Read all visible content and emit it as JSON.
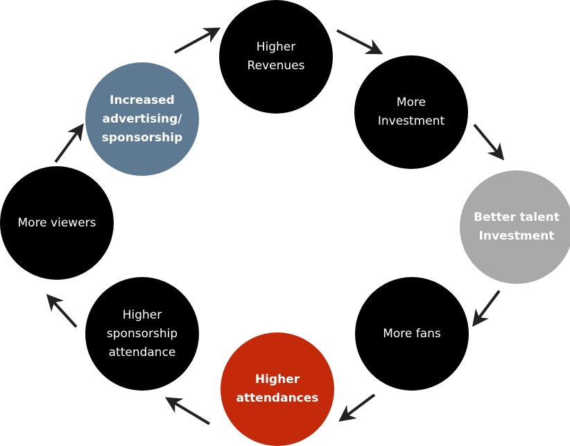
{
  "diagram": {
    "nodes": [
      {
        "id": "revenues",
        "label": "Higher\nRevenues",
        "color": "#000000",
        "bold": false
      },
      {
        "id": "investment",
        "label": "More\nInvestment",
        "color": "#000000",
        "bold": false
      },
      {
        "id": "talent",
        "label": "Better talent\nInvestment",
        "color": "#a9a9a9",
        "bold": true
      },
      {
        "id": "fans",
        "label": "More fans",
        "color": "#000000",
        "bold": false
      },
      {
        "id": "attend",
        "label": "Higher\nattendances",
        "color": "#c4290a",
        "bold": true
      },
      {
        "id": "sponsor",
        "label": "Higher\nsponsorship\nattendance",
        "color": "#000000",
        "bold": false
      },
      {
        "id": "viewers",
        "label": "More viewers",
        "color": "#000000",
        "bold": false
      },
      {
        "id": "advert",
        "label": "Increased\nadvertising/\nsponsorship",
        "color": "#5e7a92",
        "bold": true
      }
    ],
    "edges": [
      [
        "revenues",
        "investment"
      ],
      [
        "investment",
        "talent"
      ],
      [
        "talent",
        "fans"
      ],
      [
        "fans",
        "attend"
      ],
      [
        "attend",
        "sponsor"
      ],
      [
        "sponsor",
        "viewers"
      ],
      [
        "viewers",
        "advert"
      ],
      [
        "advert",
        "revenues"
      ]
    ],
    "arrow_color": "#222222"
  }
}
